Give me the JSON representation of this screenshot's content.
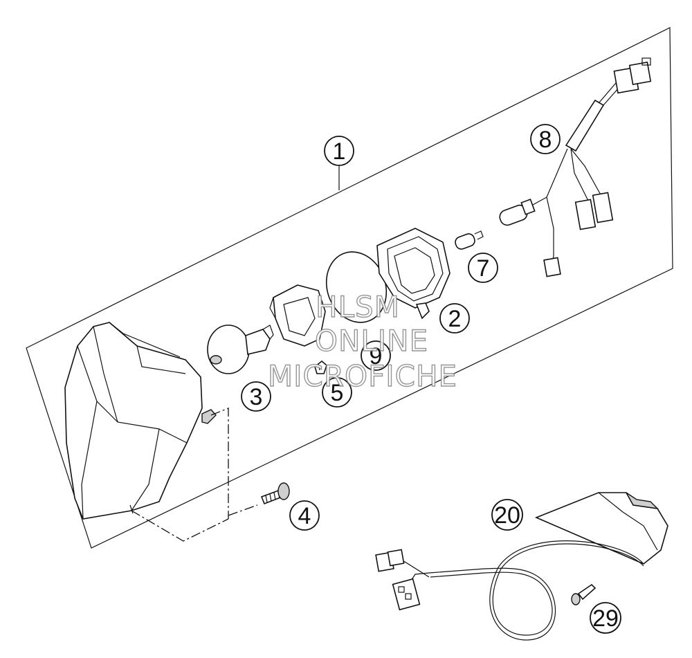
{
  "watermark": {
    "line1": "HLSM",
    "line2": "ONLINE",
    "line3": "MICROFICHE"
  },
  "callouts": [
    {
      "id": "1",
      "label": "1"
    },
    {
      "id": "2",
      "label": "2"
    },
    {
      "id": "3",
      "label": "3"
    },
    {
      "id": "4",
      "label": "4"
    },
    {
      "id": "5",
      "label": "5"
    },
    {
      "id": "7",
      "label": "7"
    },
    {
      "id": "8",
      "label": "8"
    },
    {
      "id": "9",
      "label": "9"
    },
    {
      "id": "20",
      "label": "20"
    },
    {
      "id": "29",
      "label": "29"
    }
  ],
  "colors": {
    "line": "#111111",
    "watermark_outline": "#8a8a8a",
    "shade": "#cfcfcf"
  }
}
